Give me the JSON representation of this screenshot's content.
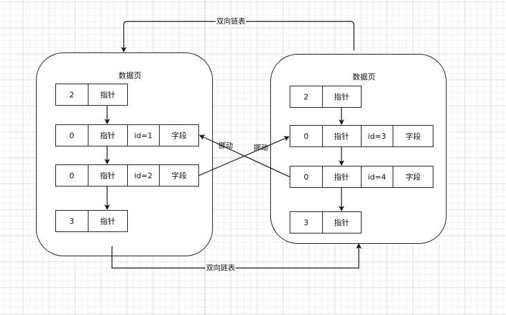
{
  "diagram": {
    "pages": [
      {
        "id": "left",
        "title": "数据页",
        "header": [
          "2",
          "指针"
        ],
        "rows": [
          [
            "0",
            "指针",
            "id=1",
            "字段"
          ],
          [
            "0",
            "指针",
            "id=2",
            "字段"
          ]
        ],
        "footer": [
          "3",
          "指针"
        ]
      },
      {
        "id": "right",
        "title": "数据页",
        "header": [
          "2",
          "指针"
        ],
        "rows": [
          [
            "0",
            "指针",
            "id=3",
            "字段"
          ],
          [
            "0",
            "指针",
            "id=4",
            "字段"
          ]
        ],
        "footer": [
          "3",
          "指针"
        ]
      }
    ],
    "edges": {
      "top_link_label": "双向链表",
      "bottom_link_label": "双向链表",
      "move_label_left": "挪动",
      "move_label_right": "挪动"
    },
    "colors": {
      "stroke": "#222222",
      "grid_major": "#e4e4e4",
      "grid_minor": "#f1f1f1",
      "background": "#ffffff"
    }
  }
}
